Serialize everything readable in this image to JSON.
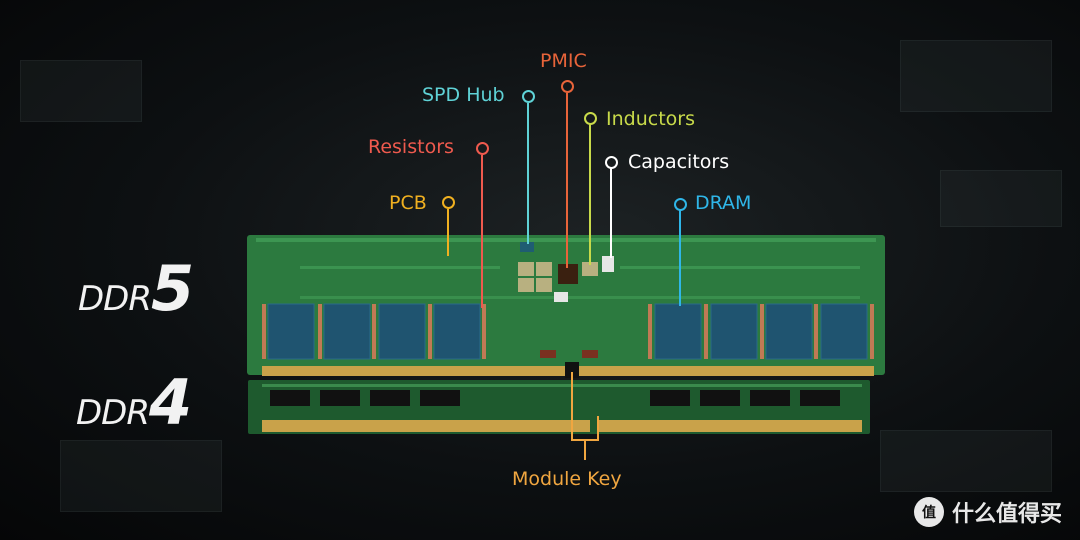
{
  "headline": {
    "ddr5_prefix": "DDR",
    "ddr5_num": "5",
    "ddr4_prefix": "DDR",
    "ddr4_num": "4"
  },
  "callouts": [
    {
      "key": "pmic",
      "label": "PMIC",
      "color": "#e8643a"
    },
    {
      "key": "spd-hub",
      "label": "SPD Hub",
      "color": "#5fd2d6"
    },
    {
      "key": "inductors",
      "label": "Inductors",
      "color": "#c8da4a"
    },
    {
      "key": "resistors",
      "label": "Resistors",
      "color": "#ef5a4e"
    },
    {
      "key": "capacitors",
      "label": "Capacitors",
      "color": "#ffffff"
    },
    {
      "key": "pcb",
      "label": "PCB",
      "color": "#f0b020"
    },
    {
      "key": "dram",
      "label": "DRAM",
      "color": "#2fb6e8"
    },
    {
      "key": "module-key",
      "label": "Module Key",
      "color": "#f0a640"
    }
  ],
  "watermark": {
    "icon": "值",
    "text": "什么值得买"
  },
  "colors": {
    "pcb": "#2c7a3f",
    "dram": "#1f5470",
    "gold": "#c9a24a"
  }
}
